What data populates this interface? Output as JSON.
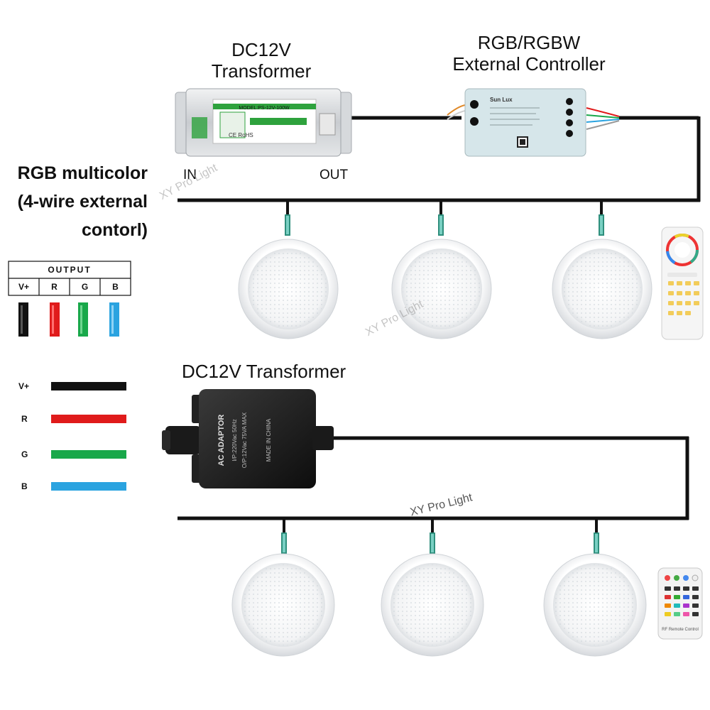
{
  "colors": {
    "v_plus": "#111111",
    "red": "#e01b1b",
    "green": "#19a84a",
    "blue": "#2aa3e0",
    "wire": "#111111"
  },
  "top_section": {
    "transformer_title_line1": "DC12V",
    "transformer_title_line2": "Transformer",
    "controller_title_line1": "RGB/RGBW",
    "controller_title_line2": "External Controller",
    "in_label": "IN",
    "out_label": "OUT",
    "device_model": "MODEL:PS-12V-100W",
    "device_ce": "CE RoHS",
    "controller_brand": "Sun Lux"
  },
  "side_title": {
    "line1": "RGB multicolor",
    "line2": "(4-wire external",
    "line3": "contorl)"
  },
  "output_table": {
    "header": "OUTPUT",
    "columns": [
      "V+",
      "R",
      "G",
      "B"
    ]
  },
  "legend": [
    {
      "label": "V+",
      "color": "#111111"
    },
    {
      "label": "R",
      "color": "#e01b1b"
    },
    {
      "label": "G",
      "color": "#19a84a"
    },
    {
      "label": "B",
      "color": "#2aa3e0"
    }
  ],
  "bottom_section": {
    "transformer_title": "DC12V Transformer",
    "adaptor_line1": "AC ADAPTOR",
    "adaptor_line2": "I/P:220Vac 50Hz",
    "adaptor_line3": "O/P:12Vac 75VA MAX",
    "adaptor_line4": "MADE IN CHINA"
  },
  "watermarks": [
    "XY Pro Light",
    "XY Pro Light",
    "XY Pro Light"
  ],
  "remote_caption": "RF Remote Control"
}
